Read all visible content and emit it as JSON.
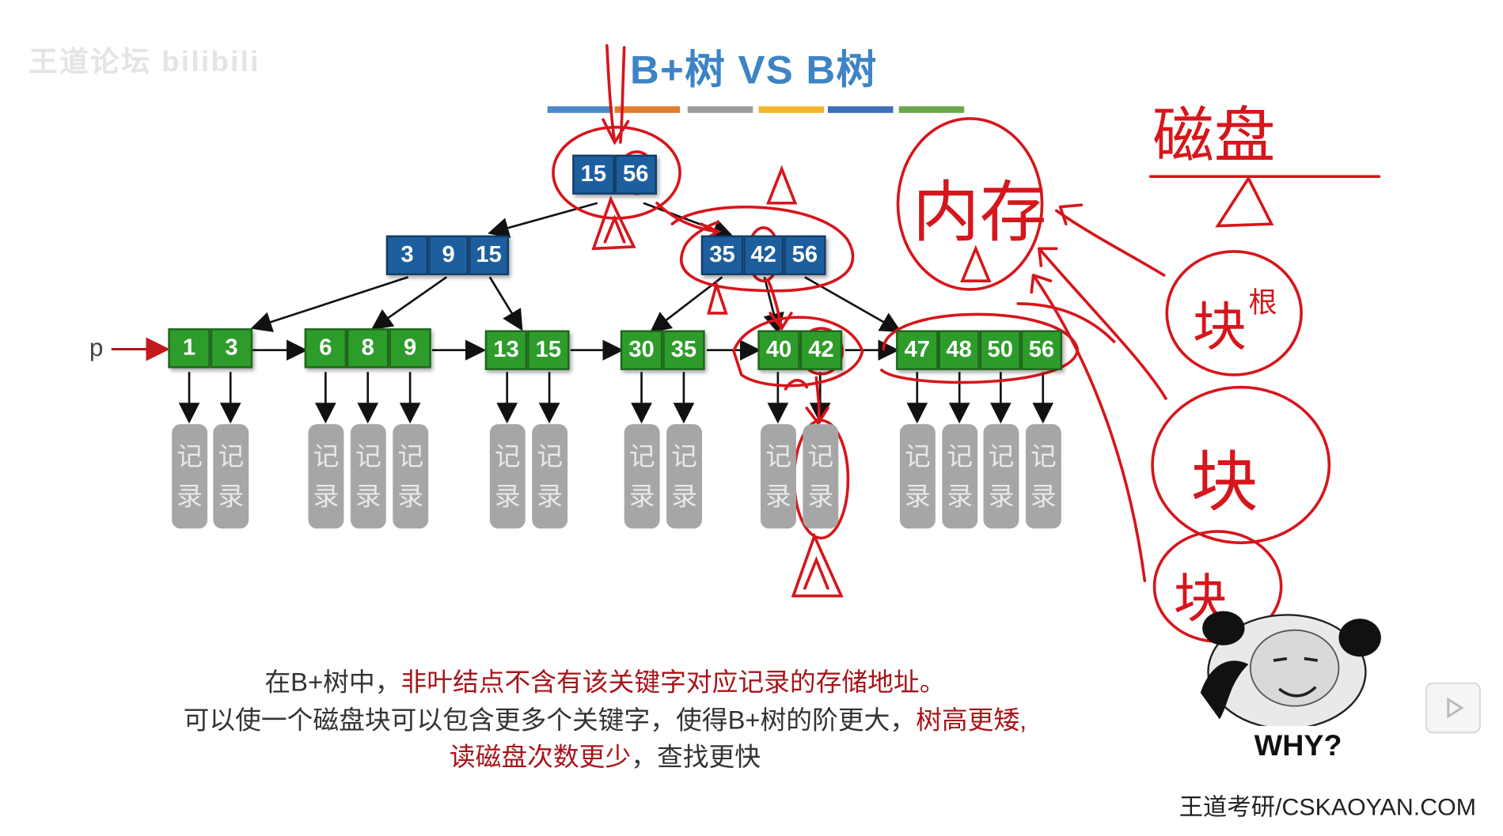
{
  "title": "B+树 VS B树",
  "watermark": "王道论坛 bilibili",
  "brand": "王道考研/CSKAOYAN.COM",
  "pointer_label": "p",
  "title_bar_colors": [
    "#4a88c8",
    "#e07c2d",
    "#9c9c9c",
    "#f0b62b",
    "#3d6fb7",
    "#6aa74a"
  ],
  "tree": {
    "root": [
      "15",
      "56"
    ],
    "level2_left": [
      "3",
      "9",
      "15"
    ],
    "level2_right": [
      "35",
      "42",
      "56"
    ],
    "leaves": [
      [
        "1",
        "3"
      ],
      [
        "6",
        "8",
        "9"
      ],
      [
        "13",
        "15"
      ],
      [
        "30",
        "35"
      ],
      [
        "40",
        "42"
      ],
      [
        "47",
        "48",
        "50",
        "56"
      ]
    ]
  },
  "record_label": {
    "line1": "记",
    "line2": "录"
  },
  "caption": {
    "line1_a": "在B+树中，",
    "line1_b": "非叶结点不含有该关键字对应记录的存储地址。",
    "line2_a": "可以使一个磁盘块可以包含更多个关键字，使得B+树的阶更大，",
    "line2_b": "树高更矮,",
    "line3_a": "读磁盘次数更少",
    "line3_b": "，查找更快"
  },
  "annotations": {
    "disk": "磁盘",
    "memory": "内存",
    "block": "块",
    "root_small": "根"
  },
  "meme_caption": "WHY?"
}
